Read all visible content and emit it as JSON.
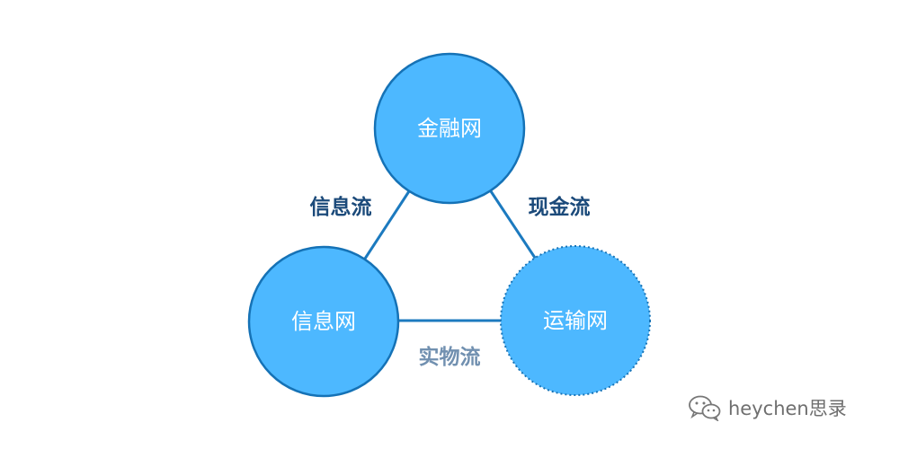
{
  "nodes": {
    "finance": {
      "label": "金融网"
    },
    "info": {
      "label": "信息网"
    },
    "transport": {
      "label": "运输网"
    }
  },
  "edges": {
    "info_flow": {
      "label": "信息流"
    },
    "cash_flow": {
      "label": "现金流"
    },
    "goods_flow": {
      "label": "实物流"
    }
  },
  "watermark": {
    "icon": "wechat-icon",
    "text": "heychen思录"
  },
  "colors": {
    "node_fill": "#4db8ff",
    "node_stroke": "#1572b6",
    "edge_line": "#1c7abf",
    "strong_label": "#1b4a7a",
    "muted_label": "#7190b0"
  }
}
